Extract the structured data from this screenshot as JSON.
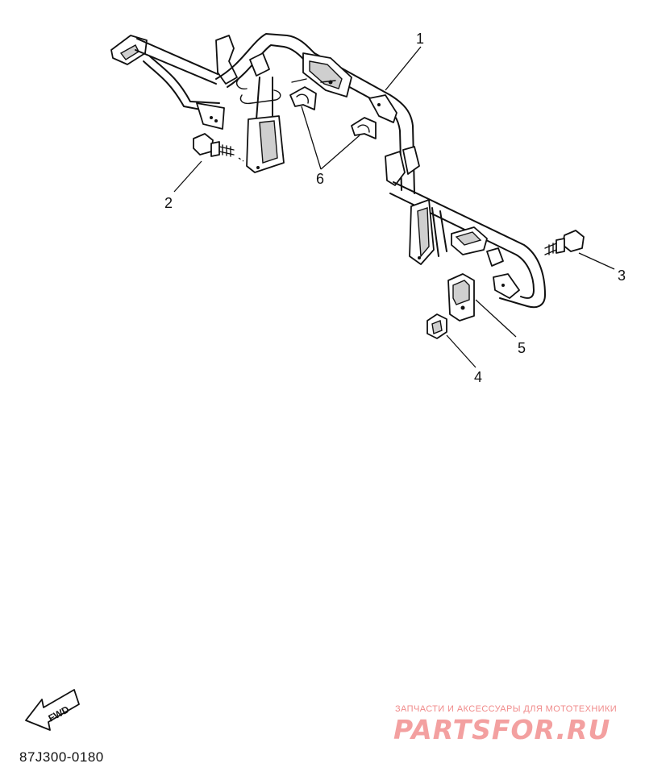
{
  "callouts": [
    {
      "id": "1",
      "label": "1"
    },
    {
      "id": "2",
      "label": "2"
    },
    {
      "id": "3",
      "label": "3"
    },
    {
      "id": "4",
      "label": "4"
    },
    {
      "id": "5",
      "label": "5"
    },
    {
      "id": "6",
      "label": "6"
    }
  ],
  "fwd_arrow": {
    "label": "FWD"
  },
  "diagram_code": "87J300-0180",
  "watermark": {
    "tagline": "ЗАПЧАСТИ И АКСЕССУАРЫ ДЛЯ МОТОТЕХНИКИ",
    "brand": "PARTSFOR.RU",
    "color": "#f08a8a"
  }
}
